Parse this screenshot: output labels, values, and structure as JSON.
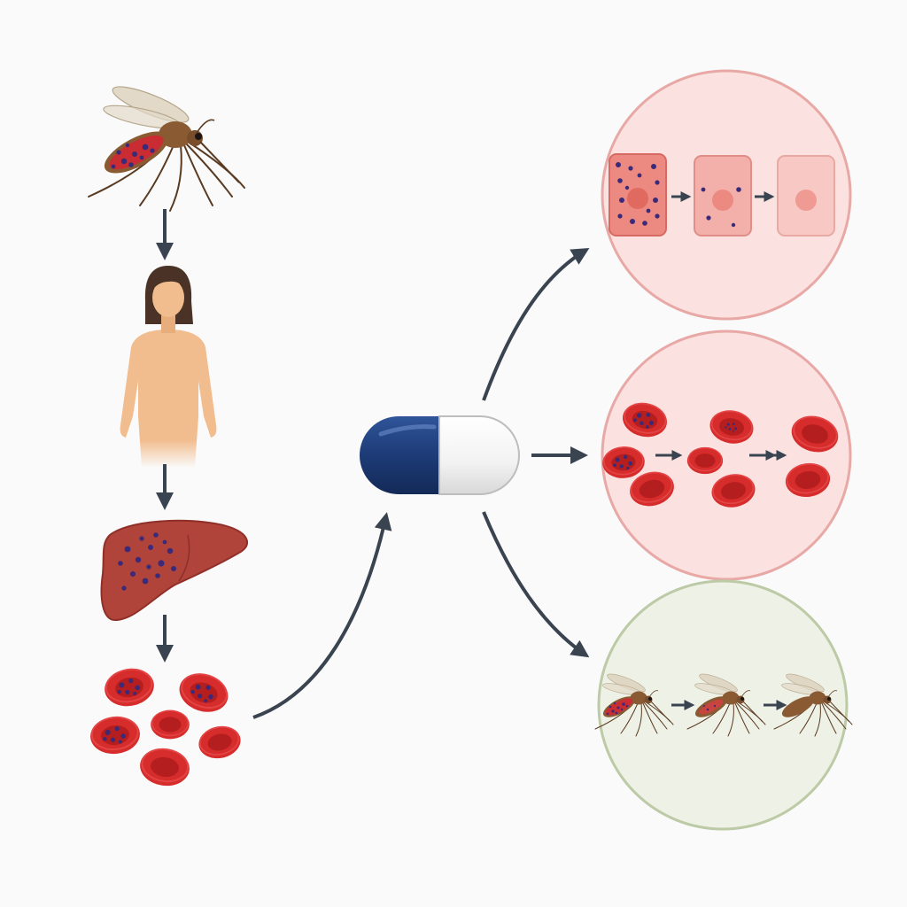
{
  "colors": {
    "background": "#fafafa",
    "arrow": "#3a4450",
    "mosquito_body": "#8a5a32",
    "mosquito_wing": "#d9cdb8",
    "skin": "#f1bd8e",
    "hair": "#4a3326",
    "liver": "#b0443b",
    "rbc": "#d62c2c",
    "parasite": "#3b2a78",
    "pill_dark": "#1f3d7a",
    "pill_light": "#f4f4f4",
    "pink_panel_fill": "#fbe2e0",
    "pink_panel_stroke": "#e8a9a6",
    "green_panel_fill": "#eef1e6",
    "green_panel_stroke": "#bccaa6"
  },
  "diagram": {
    "nodes": [
      {
        "id": "infected-mosquito",
        "kind": "mosquito",
        "infected": true
      },
      {
        "id": "human",
        "kind": "human-figure"
      },
      {
        "id": "infected-liver",
        "kind": "liver",
        "infected": true
      },
      {
        "id": "infected-red-blood-cells",
        "kind": "rbc-cluster",
        "infected_count": 3,
        "total_count": 6
      },
      {
        "id": "medication-capsule",
        "kind": "capsule"
      },
      {
        "id": "liver-stage-clearance-panel",
        "kind": "panel",
        "stages": [
          "heavily-infected-cell",
          "partially-cleared-cell",
          "cleared-cell"
        ]
      },
      {
        "id": "blood-stage-clearance-panel",
        "kind": "panel",
        "stages": [
          "infected-red-blood-cells",
          "partially-cleared-red-blood-cells",
          "healthy-red-blood-cells"
        ]
      },
      {
        "id": "transmission-blocking-panel",
        "kind": "panel",
        "stages": [
          "infected-mosquito",
          "partially-infected-mosquito",
          "uninfected-mosquito"
        ]
      }
    ],
    "edges": [
      {
        "from": "infected-mosquito",
        "to": "human"
      },
      {
        "from": "human",
        "to": "infected-liver"
      },
      {
        "from": "infected-liver",
        "to": "infected-red-blood-cells"
      },
      {
        "from": "infected-red-blood-cells",
        "to": "medication-capsule"
      },
      {
        "from": "medication-capsule",
        "to": "liver-stage-clearance-panel"
      },
      {
        "from": "medication-capsule",
        "to": "blood-stage-clearance-panel"
      },
      {
        "from": "medication-capsule",
        "to": "transmission-blocking-panel"
      }
    ]
  }
}
